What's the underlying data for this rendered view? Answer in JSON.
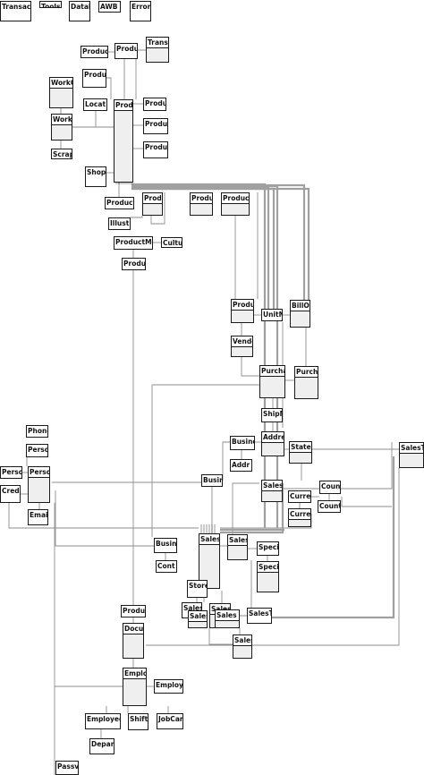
{
  "diagram": {
    "tables": [
      {
        "id": "transaction",
        "name": "Transact"
      },
      {
        "id": "tools",
        "name": "Tools"
      },
      {
        "id": "databaselog",
        "name": "Datab"
      },
      {
        "id": "awbuildversion",
        "name": "AWB"
      },
      {
        "id": "errorlog",
        "name": "Error"
      },
      {
        "id": "product-model-illustration",
        "name": "Produc"
      },
      {
        "id": "product-small-a",
        "name": "Produ"
      },
      {
        "id": "transaction-history",
        "name": "Transa"
      },
      {
        "id": "workorder",
        "name": "WorkO"
      },
      {
        "id": "product-inventory",
        "name": "Produc"
      },
      {
        "id": "location",
        "name": "Locat"
      },
      {
        "id": "workorder-routing",
        "name": "Work"
      },
      {
        "id": "product",
        "name": "Produ"
      },
      {
        "id": "product-cost-history",
        "name": "Produ"
      },
      {
        "id": "product-list-price",
        "name": "Produc"
      },
      {
        "id": "product-review",
        "name": "Produc"
      },
      {
        "id": "scrap-reason",
        "name": "Scrap"
      },
      {
        "id": "shopping-cart",
        "name": "Shop"
      },
      {
        "id": "product-document",
        "name": "Product"
      },
      {
        "id": "product-model",
        "name": "Produ"
      },
      {
        "id": "illustration",
        "name": "Illust"
      },
      {
        "id": "product-photo",
        "name": "Produ"
      },
      {
        "id": "product-subcategory",
        "name": "Product"
      },
      {
        "id": "product-model-description",
        "name": "ProductMo"
      },
      {
        "id": "culture",
        "name": "Cultu"
      },
      {
        "id": "product-description",
        "name": "Produ"
      },
      {
        "id": "product-vendor",
        "name": "Produ"
      },
      {
        "id": "unit-measure",
        "name": "UnitM"
      },
      {
        "id": "bill-of-materials",
        "name": "BillOf"
      },
      {
        "id": "vendor",
        "name": "Vendo"
      },
      {
        "id": "purchase-order-header",
        "name": "Purcha"
      },
      {
        "id": "purchase-order-detail",
        "name": "Purcha"
      },
      {
        "id": "ship-method",
        "name": "ShipM"
      },
      {
        "id": "phone-number-type",
        "name": "Phone"
      },
      {
        "id": "person-phone",
        "name": "Perso"
      },
      {
        "id": "business-entity-address",
        "name": "Busine"
      },
      {
        "id": "address",
        "name": "Addre"
      },
      {
        "id": "state-province",
        "name": "StateP"
      },
      {
        "id": "sales-territory-right",
        "name": "SalesT"
      },
      {
        "id": "address-type",
        "name": "Addr"
      },
      {
        "id": "person-credit-card",
        "name": "Perso"
      },
      {
        "id": "person",
        "name": "Perso"
      },
      {
        "id": "credit-card",
        "name": "Credi"
      },
      {
        "id": "business-entity",
        "name": "Busin"
      },
      {
        "id": "sales-order-header-a",
        "name": "SalesT"
      },
      {
        "id": "country-region-currency",
        "name": "Coun"
      },
      {
        "id": "currency-a",
        "name": "Curre"
      },
      {
        "id": "currency-rate",
        "name": "Curre"
      },
      {
        "id": "country-region",
        "name": "Count"
      },
      {
        "id": "email-address",
        "name": "Email"
      },
      {
        "id": "business-entity-contact",
        "name": "Busine"
      },
      {
        "id": "sales-order-header",
        "name": "SalesO"
      },
      {
        "id": "sales-person",
        "name": "SalesP"
      },
      {
        "id": "special-offer-product",
        "name": "Specia"
      },
      {
        "id": "contact-type",
        "name": "Cont"
      },
      {
        "id": "special-offer",
        "name": "Specia"
      },
      {
        "id": "store",
        "name": "Store"
      },
      {
        "id": "sales-reason-a",
        "name": "Sales"
      },
      {
        "id": "sales-order-detail",
        "name": "SalesOr"
      },
      {
        "id": "sales-order-reason",
        "name": "SalesO"
      },
      {
        "id": "sales-person-quota",
        "name": "Sales Pe"
      },
      {
        "id": "sales-territory-history",
        "name": "SalesT"
      },
      {
        "id": "sales-tax-rate",
        "name": "SalesI"
      },
      {
        "id": "product-document-b",
        "name": "Produc"
      },
      {
        "id": "document",
        "name": "Docu"
      },
      {
        "id": "employee",
        "name": "Emplo"
      },
      {
        "id": "employee-pay-history",
        "name": "Employe"
      },
      {
        "id": "employee-dept-history",
        "name": "Employeel"
      },
      {
        "id": "shift",
        "name": "Shift"
      },
      {
        "id": "job-candidate",
        "name": "JobCar"
      },
      {
        "id": "department",
        "name": "Depart"
      },
      {
        "id": "password",
        "name": "Passv"
      }
    ]
  }
}
